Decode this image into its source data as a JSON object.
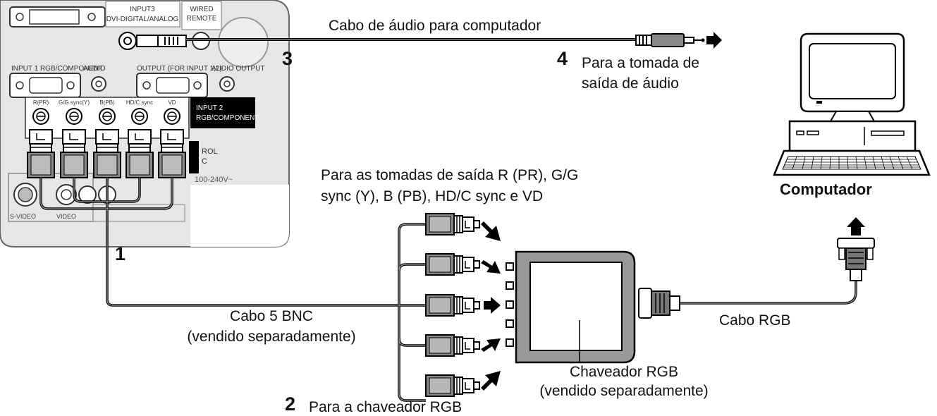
{
  "panel": {
    "input3": "INPUT3",
    "input3_sub": "DVI-DIGITAL/ANALOG",
    "wired": "WIRED",
    "remote": "REMOTE",
    "input1": "INPUT 1  RGB/COMPONENT",
    "audio": "AUDIO",
    "output": "OUTPUT (FOR INPUT 1,2)",
    "audio_output": "AUDIO OUTPUT",
    "ports": [
      "R(PR)",
      "G/G sync(Y)",
      "B(PB)",
      "HD/C sync",
      "VD"
    ],
    "input2": "INPUT 2",
    "input2_sub": "RGB/COMPONENT",
    "svideo": "S-VIDEO",
    "video": "VIDEO",
    "voltage": "100-240V~",
    "control_1": "ROL",
    "control_2": "C"
  },
  "labels": {
    "audio_cable": "Cabo de áudio para computador",
    "step3": "3",
    "step4": "4",
    "audio_out_1": "Para a tomada de",
    "audio_out_2": "saída de áudio",
    "computer": "Computador",
    "rgb_out_1": "Para as tomadas de saída R (PR), G/G",
    "rgb_out_2": "sync (Y), B (PB), HD/C sync e VD",
    "step1": "1",
    "bnc_cable_1": "Cabo 5 BNC",
    "bnc_cable_2": "(vendido separadamente)",
    "rgb_cable": "Cabo RGB",
    "switcher_1": "Chaveador RGB",
    "switcher_2": "(vendido separadamente)",
    "step2": "2",
    "step2_text": "Para a chaveador RGB"
  }
}
